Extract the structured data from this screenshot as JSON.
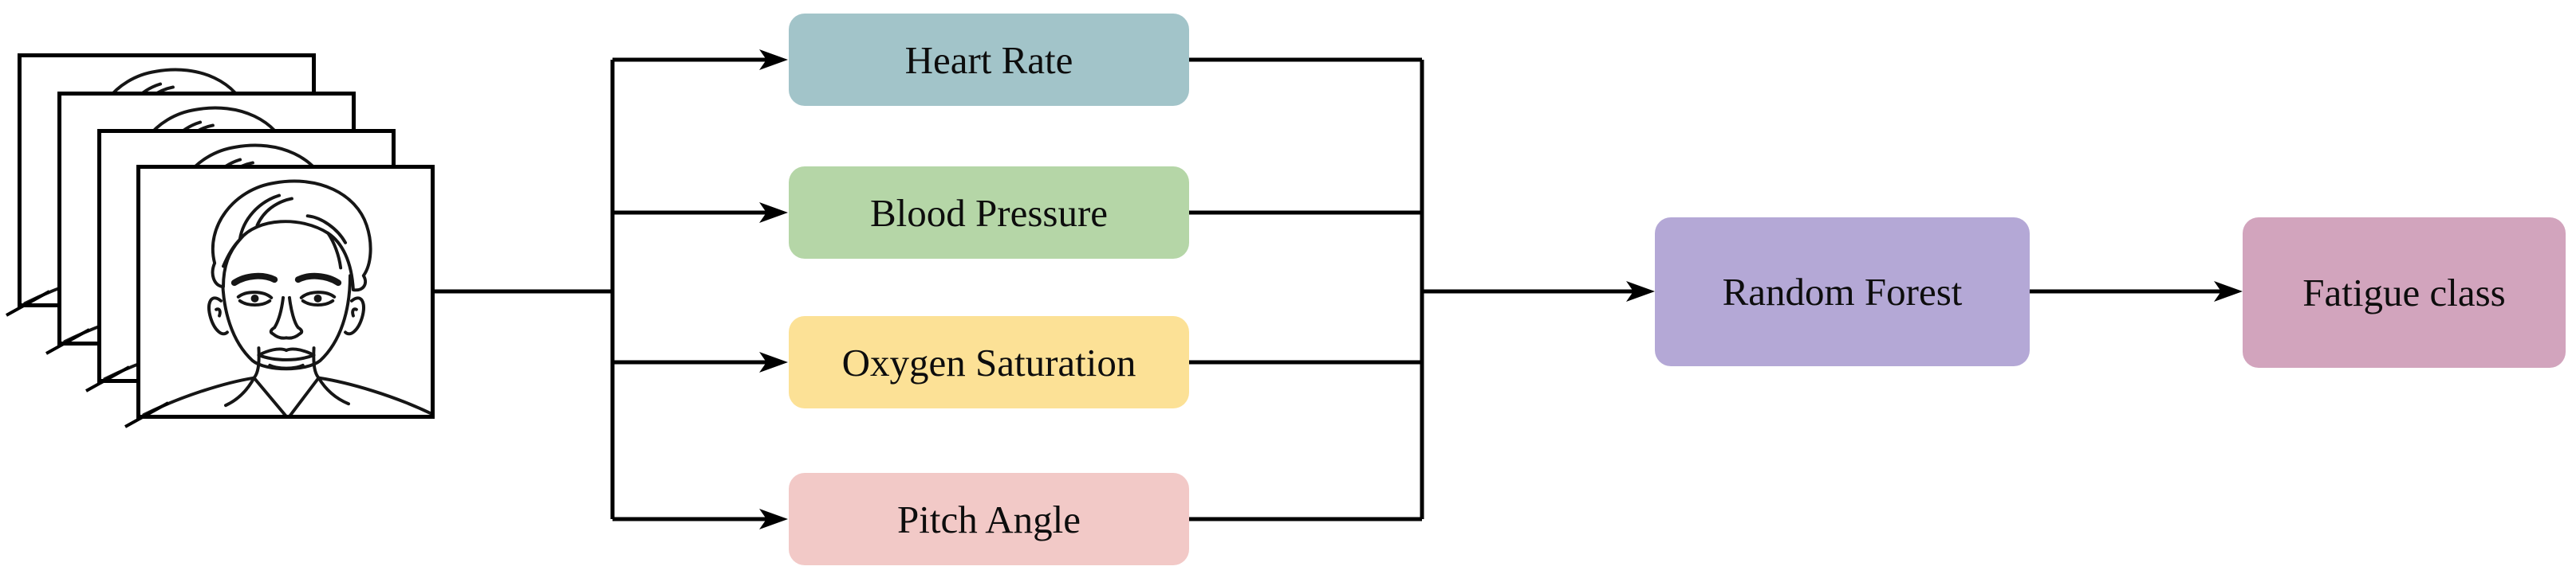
{
  "canvas": {
    "background": "#ffffff",
    "line_color": "#000000",
    "text_color": "#0d0d0d"
  },
  "input_stack": {
    "icon": "face-portrait-sketch-icon",
    "frame_count": 4
  },
  "feature_nodes": [
    {
      "label": "Heart Rate",
      "color": "#a2c4c9"
    },
    {
      "label": "Blood Pressure",
      "color": "#b5d6a7"
    },
    {
      "label": "Oxygen Saturation",
      "color": "#fce196"
    },
    {
      "label": "Pitch Angle",
      "color": "#f2c9c7"
    }
  ],
  "classifier_node": {
    "label": "Random Forest",
    "color": "#b4a8d6"
  },
  "output_node": {
    "label": "Fatigue class",
    "color": "#d2a4bd"
  }
}
